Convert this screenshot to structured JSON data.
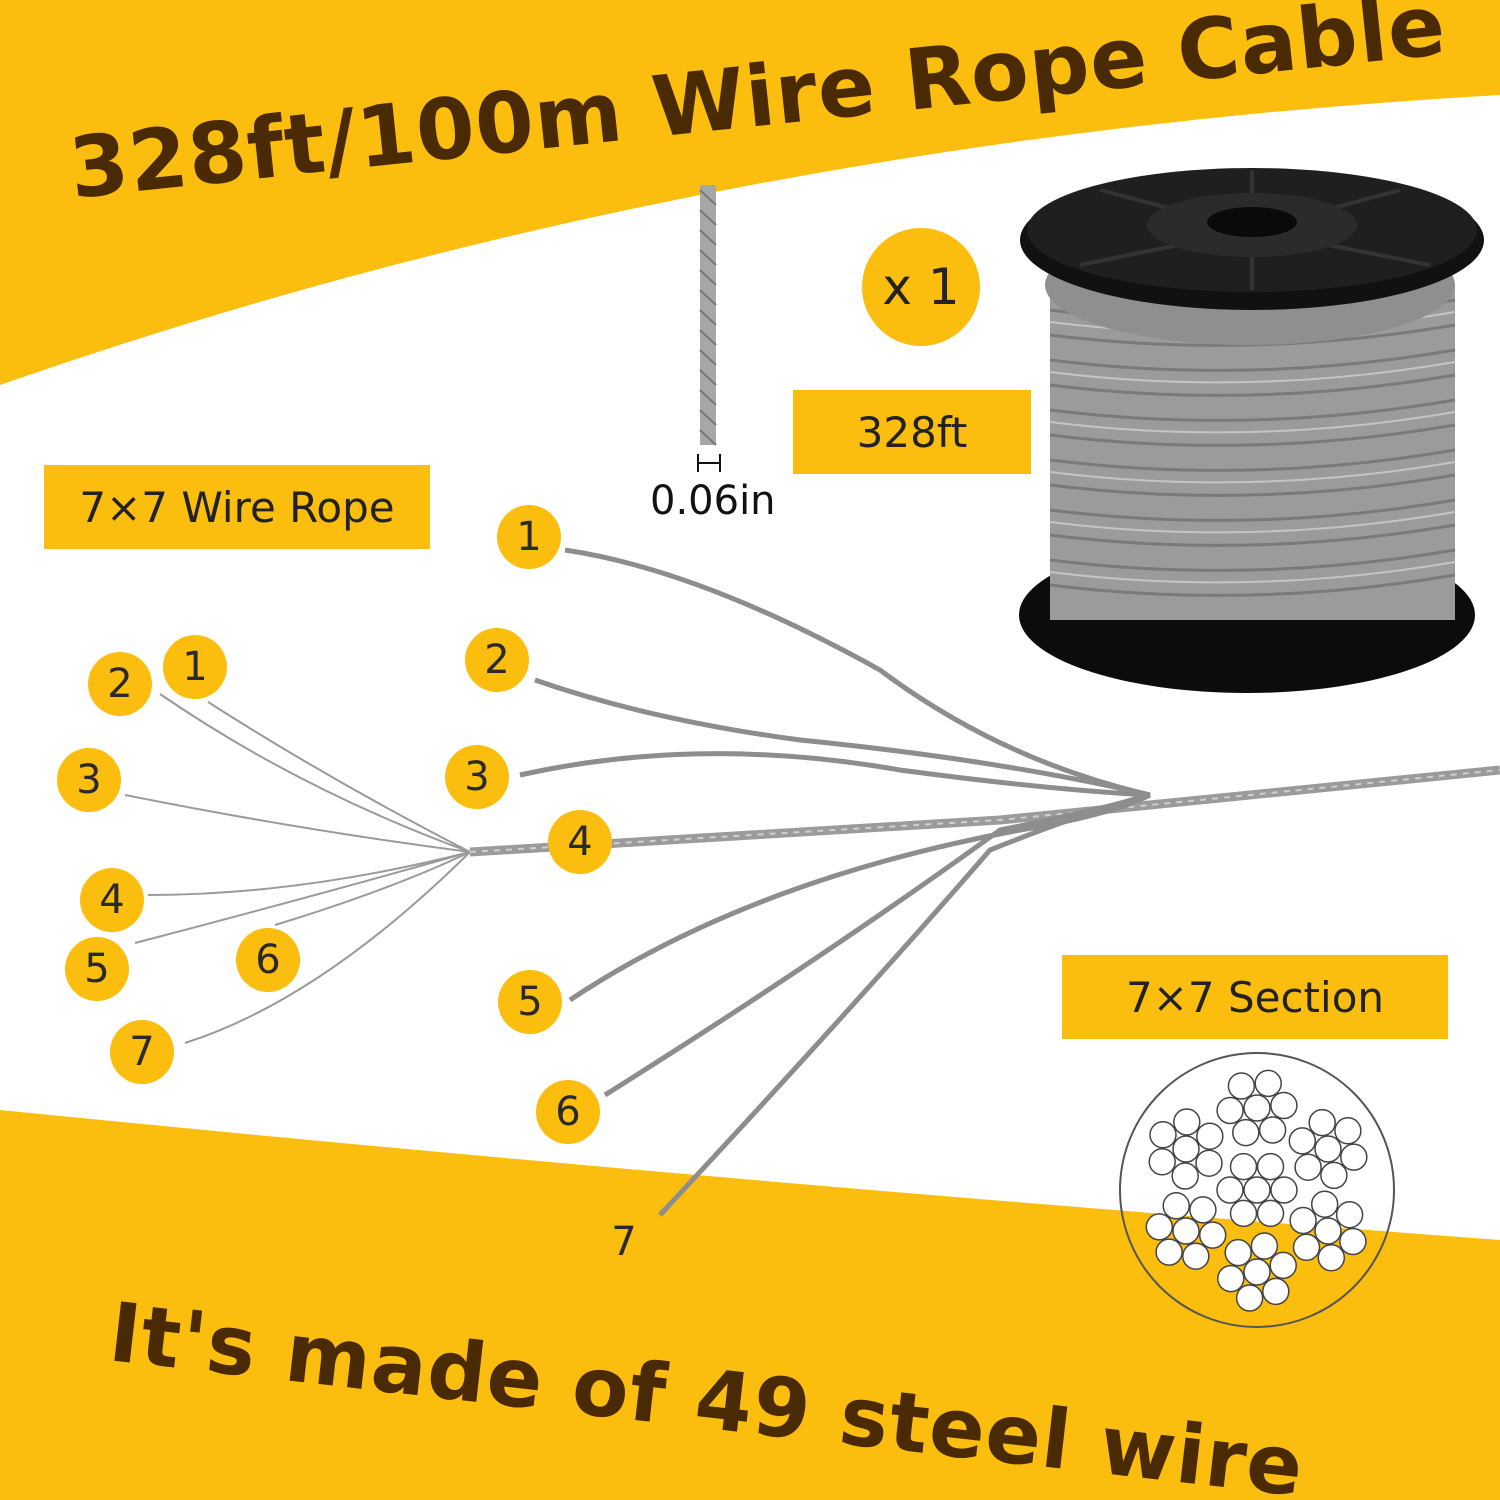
{
  "headline_top": "328ft/100m Wire Rope Cable",
  "headline_bottom": "It's made of 49 steel wire",
  "quantity_badge": "x 1",
  "length_tag": "328ft",
  "rope_tag": "7×7 Wire Rope",
  "section_tag": "7×7 Section",
  "diameter_label": "0.06in",
  "left_strand_numbers": [
    "1",
    "2",
    "3",
    "4",
    "5",
    "6",
    "7"
  ],
  "right_strand_numbers": [
    "1",
    "2",
    "3",
    "4",
    "5",
    "6",
    "7"
  ],
  "colors": {
    "accent": "#fbbd0e",
    "headline": "#4a2a02",
    "spool": "#111111",
    "cable": "#9a9a9a"
  }
}
